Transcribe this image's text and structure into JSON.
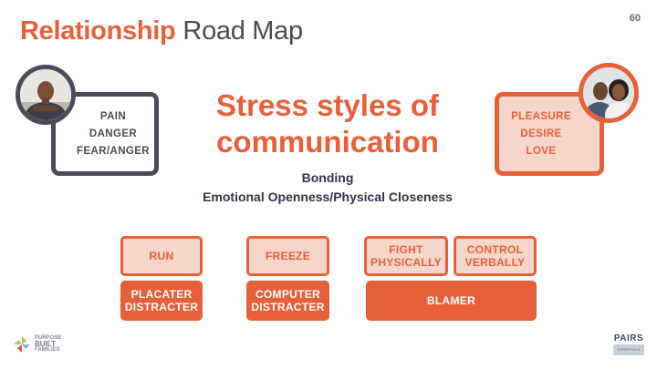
{
  "header": {
    "title_bold": "Relationship",
    "title_light": "Road Map",
    "page_number": "60"
  },
  "left_panel": {
    "items": [
      "PAIN",
      "DANGER",
      "FEAR/ANGER"
    ],
    "avatar_icon": "stressed-man-avatar"
  },
  "right_panel": {
    "items": [
      "PLEASURE",
      "DESIRE",
      "LOVE"
    ],
    "avatar_icon": "happy-couple-avatar"
  },
  "center": {
    "headline_line1": "Stress styles of",
    "headline_line2": "communication",
    "sub_line1": "Bonding",
    "sub_line2": "Emotional Openness/Physical Closeness"
  },
  "cards": {
    "run": "RUN",
    "freeze": "FREEZE",
    "fight_line1": "FIGHT",
    "fight_line2": "PHYSICALLY",
    "control_line1": "CONTROL",
    "control_line2": "VERBALLY",
    "placater_line1": "PLACATER",
    "placater_line2": "DISTRACTER",
    "computer_line1": "COMPUTER",
    "computer_line2": "DISTRACTER",
    "blamer": "BLAMER"
  },
  "footer": {
    "left_logo_line1": "PURPOSE",
    "left_logo_line2": "BUILT",
    "left_logo_line3": "FAMILIES",
    "right_logo_word": "PAIRS",
    "right_logo_band": "ESSENTIALS"
  },
  "colors": {
    "accent": "#e8603a",
    "accent_light": "#f7d6ca",
    "slate": "#4b4b5c",
    "text_dark": "#34344a"
  }
}
